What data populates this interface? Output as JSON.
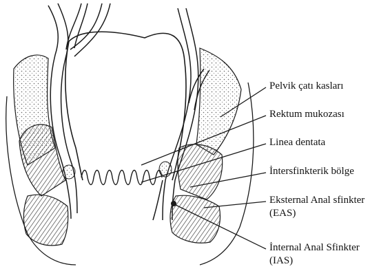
{
  "labels": {
    "pelvic_floor": "Pelvik çatı kasları",
    "rectal_mucosa": "Rektum mukozası",
    "dentate_line": "Linea dentata",
    "intersphincteric": "İntersfinkterik bölge",
    "eas_line1": "Eksternal Anal sfinkter",
    "eas_line2": "(EAS)",
    "ias_line1": "İnternal Anal Sfinkter",
    "ias_line2": "(IAS)"
  },
  "colors": {
    "ink": "#1a1a1a",
    "hatch": "#555555",
    "paper": "#ffffff"
  }
}
